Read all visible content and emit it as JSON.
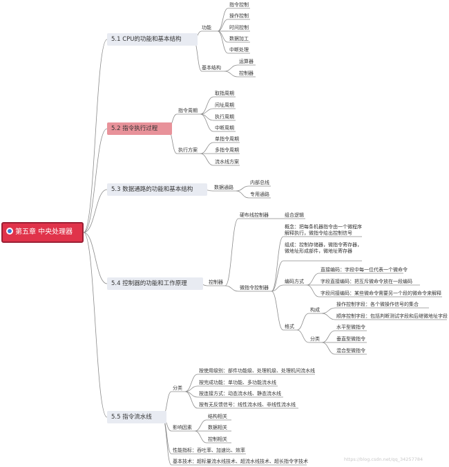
{
  "root": "第五章 中央处理器",
  "s1": {
    "title": "5.1 CPU的功能和基本结构",
    "func": "功能",
    "func_items": [
      "指令控制",
      "操作控制",
      "时间控制",
      "数据加工",
      "中断处理"
    ],
    "struct": "基本结构",
    "struct_items": [
      "运算器",
      "控制器"
    ]
  },
  "s2": {
    "title": "5.2 指令执行过程",
    "cycle": "指令周期",
    "cycle_items": [
      "取指周期",
      "间址周期",
      "执行周期",
      "中断周期"
    ],
    "scheme": "执行方案",
    "scheme_items": [
      "单指令周期",
      "多指令周期",
      "流水线方案"
    ]
  },
  "s3": {
    "title": "5.3 数据通路的功能和基本结构",
    "path": "数据通路",
    "path_items": [
      "内部总线",
      "专用通路"
    ]
  },
  "s4": {
    "title": "5.4 控制器的功能和工作原理",
    "ctrl": "控制器",
    "hw": "硬布线控制器",
    "hw_child": "组合逻辑",
    "micro": "微指令控制器",
    "concept": "概念：把每条机器指令由一个微程序解释执行，微指令给出控制信号",
    "composition": "组成：控制存储器，微指令寄存器，微地址形成部件，微地址寄存器",
    "encoding": "编码方式",
    "encoding_items": [
      "直接编码：字段中每一位代表一个微命令",
      "字段直接编码：把互斥微命令放在一段编码",
      "字段间接编码：某些微命令需要另一个段的微命令来解释"
    ],
    "format": "格式",
    "composition2": "构成",
    "composition2_items": [
      "操作控制字段：各个微操作信号的集合",
      "顺序控制字段：包括判断测试字段和后继微地址字段"
    ],
    "classify": "分类",
    "classify_items": [
      "水平型微指令",
      "垂直型微指令",
      "混合型微指令"
    ]
  },
  "s5": {
    "title": "5.5 指令流水线",
    "cat": "分类",
    "cat_items": [
      "按使用级别：部件功能级、处理机级、处理机间流水线",
      "按完成功能：单功能、多功能流水线",
      "按连接方式：动态流水线、静态流水线",
      "按有无反馈信号：线性流水线、非线性流水线"
    ],
    "factor": "影响因素",
    "factor_items": [
      "结构相关",
      "数据相关",
      "控制相关"
    ],
    "perf": "性能指标：吞吐率、加速比、效率",
    "tech": "基本技术：超标量流水线技术、超流水线技术、超长指令字技术"
  },
  "watermark": "https://blog.csdn.net/qq_34257784",
  "colors": {
    "root_fill": "#e0334a",
    "root_border": "#9a1f34",
    "highlight": "#e8929a",
    "section_fill": "#e8ebf2",
    "edge": "#8a8a8a"
  }
}
